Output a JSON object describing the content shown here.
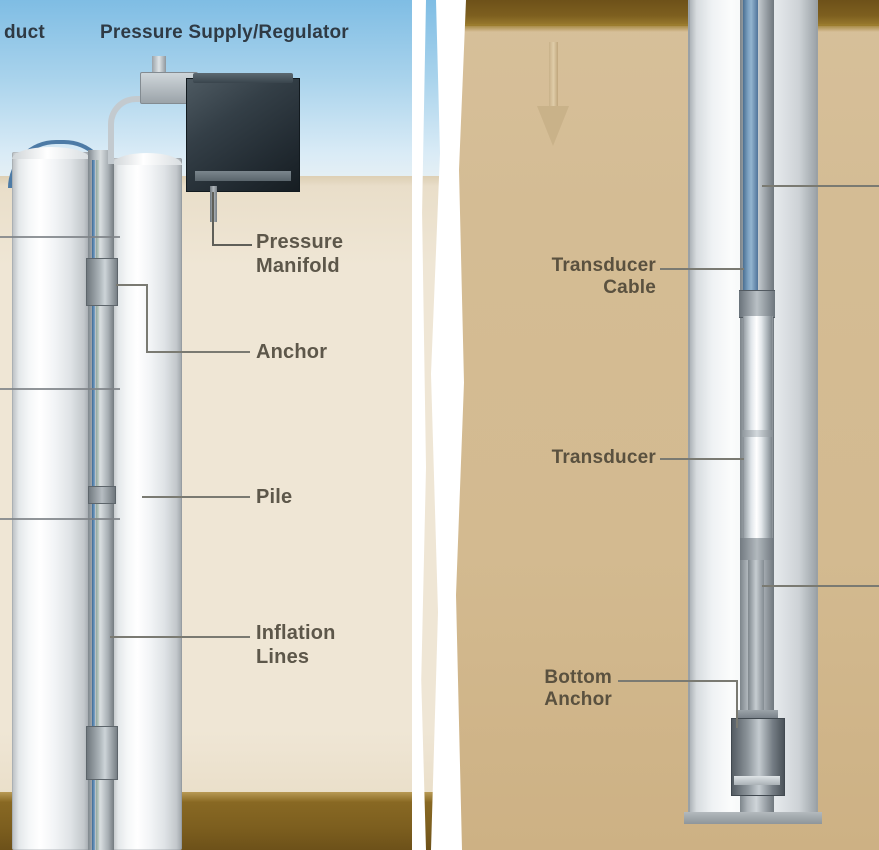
{
  "figure": {
    "type": "technical-illustration",
    "title": "Pile Instrumentation Diagram",
    "panels": 2
  },
  "left_panel": {
    "name": "Above-ground pile installation view",
    "sky_labels": [
      {
        "id": "conduit",
        "text": "duct",
        "full_text_visible": "duct"
      },
      {
        "id": "pressure-supply-regulator",
        "text": "Pressure Supply/Regulator"
      }
    ],
    "callouts": [
      {
        "id": "pressure-manifold",
        "text": "Pressure\nManifold"
      },
      {
        "id": "anchor",
        "text": "Anchor"
      },
      {
        "id": "pile",
        "text": "Pile"
      },
      {
        "id": "inflation-lines",
        "text": "Inflation\nLines"
      }
    ]
  },
  "right_panel": {
    "name": "Below-ground pile cross-section view",
    "callouts": [
      {
        "id": "transducer-cable",
        "text": "Transducer\nCable"
      },
      {
        "id": "transducer",
        "text": "Transducer"
      },
      {
        "id": "bottom-anchor",
        "text": "Bottom\nAnchor"
      }
    ],
    "flow_arrow": {
      "id": "down-arrow",
      "direction": "down"
    }
  },
  "colors": {
    "sky_top": "#7fbde4",
    "sky_bottom": "#eef3f3",
    "ground_left": "#efe6d5",
    "ground_right": "#d4bc94",
    "soil_dark": "#7d5f1f",
    "pile_steel": "#f2f4f6",
    "cable_blue": "#4d7ba6",
    "manifold_dark": "#232c33",
    "label_text": "#5d574a",
    "leader_line": "#7a7a72"
  }
}
